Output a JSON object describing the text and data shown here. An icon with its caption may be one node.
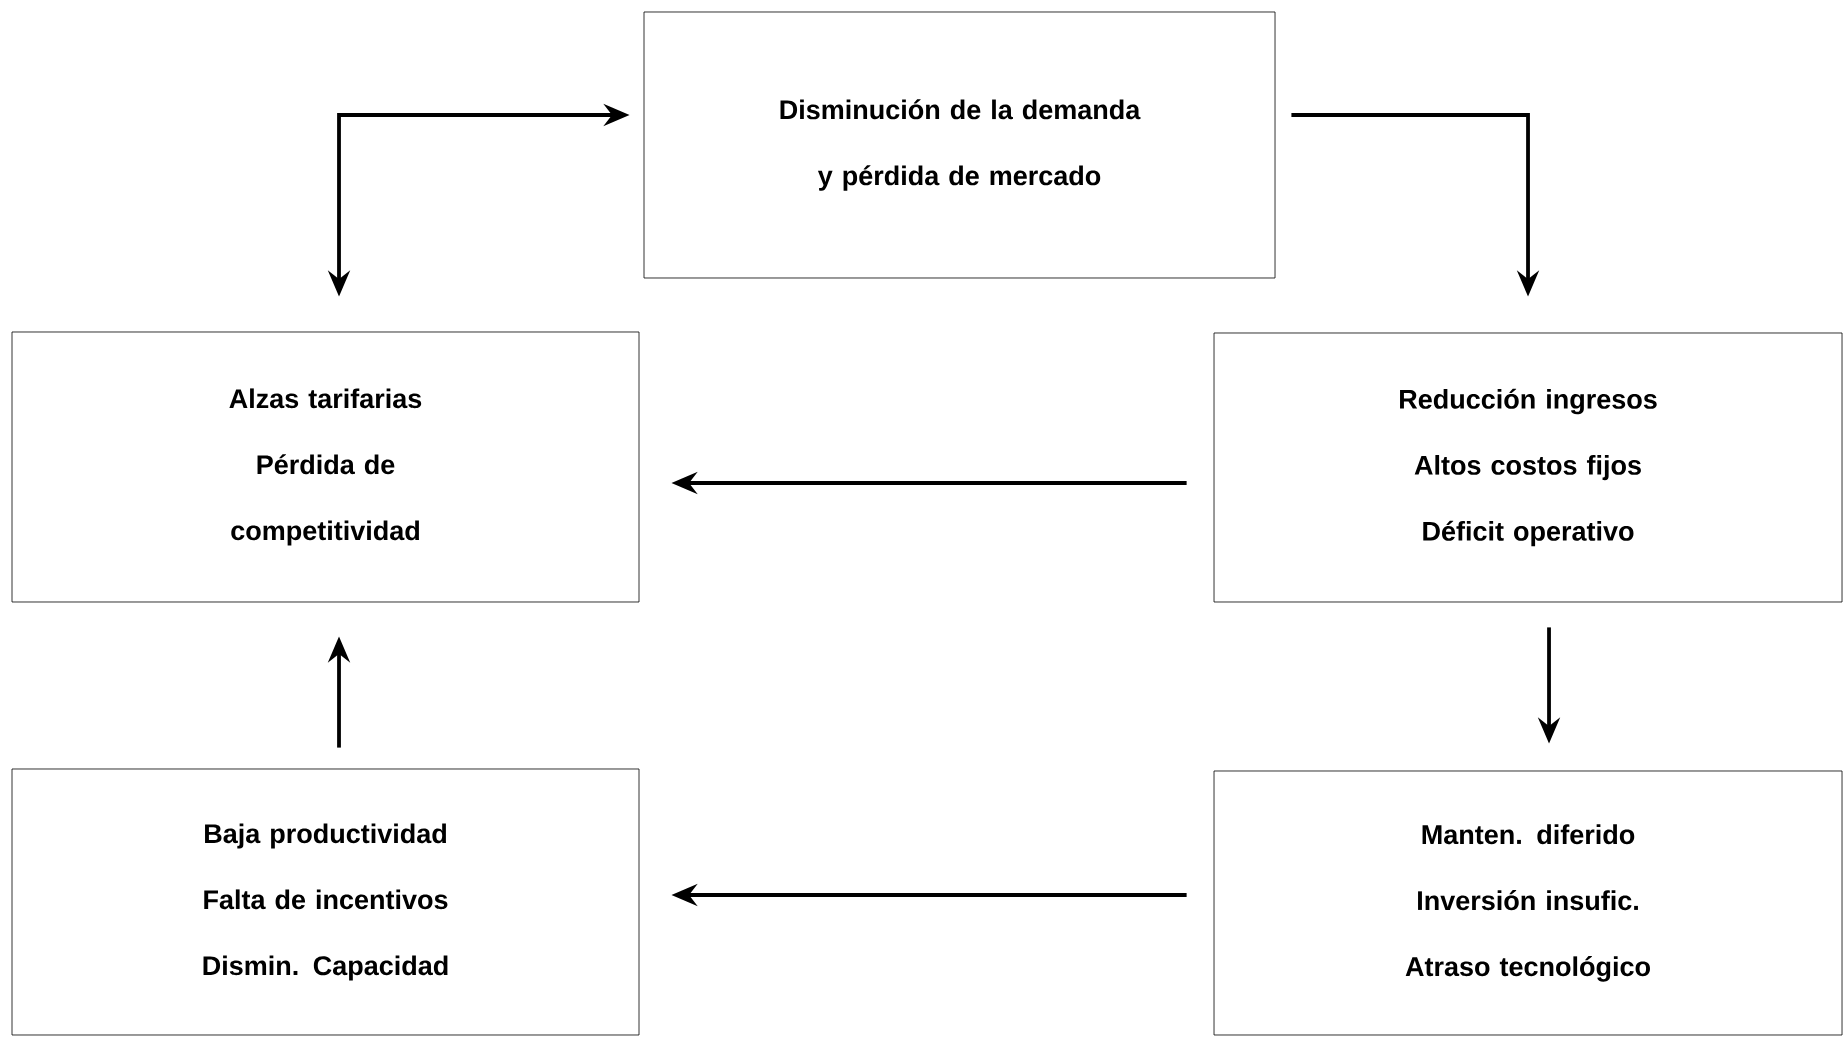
{
  "diagram": {
    "nodes": [
      {
        "text": [
          "Disminución de la demanda y pérdida de mercado"
        ]
      },
      {
        "text": [
          "Alzas tarifarias",
          "Pérdida de competitividad"
        ]
      },
      {
        "text": [
          "Reducción ingresos",
          "Altos costos fijos",
          "Déficit operativo"
        ]
      },
      {
        "text": [
          "Baja productividad",
          "Falta de incentivos",
          "Dismin. Capacidad"
        ]
      },
      {
        "text": [
          "Manten. diferido",
          "Inversión insufic.",
          "Atraso tecnológico"
        ]
      }
    ],
    "edges": [
      {
        "from": 0,
        "to": 2,
        "arrow": "to"
      },
      {
        "from": 1,
        "to": 0,
        "arrow": "both"
      },
      {
        "from": 2,
        "to": 1,
        "arrow": "to"
      },
      {
        "from": 2,
        "to": 4,
        "arrow": "to"
      },
      {
        "from": 4,
        "to": 3,
        "arrow": "to"
      },
      {
        "from": 3,
        "to": 1,
        "arrow": "to"
      }
    ]
  }
}
